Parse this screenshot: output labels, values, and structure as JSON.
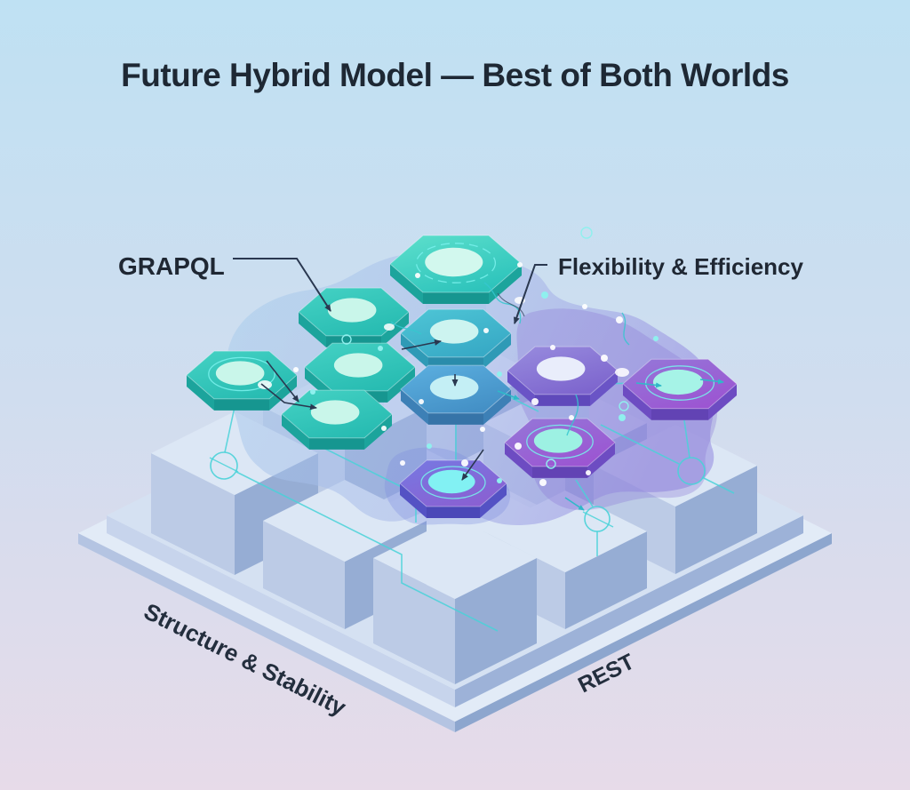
{
  "title": "Future Hybrid Model — Best of Both Worlds",
  "labels": {
    "graphql_layer": "GRAPQL",
    "graphql_trait": "Flexibility & Efficiency",
    "rest_trait": "Structure & Stability",
    "rest_base": "REST"
  },
  "palette": {
    "background_top": "#bfe1f3",
    "background_mid": "#d0ddef",
    "background_bottom": "#e7dbe9",
    "graphql_teal": "#2fc7ba",
    "hybrid_blue": "#4f9fd0",
    "rest_purple": "#8a63cf",
    "node_core_mint": "#a9f4e7",
    "circuit_teal": "#49d2d8",
    "platform_blue": "#c9d6ec",
    "platform_shadow_blue": "#8ca5ce",
    "annotation_dark": "#2a3850",
    "text_dark": "#1f2733"
  }
}
